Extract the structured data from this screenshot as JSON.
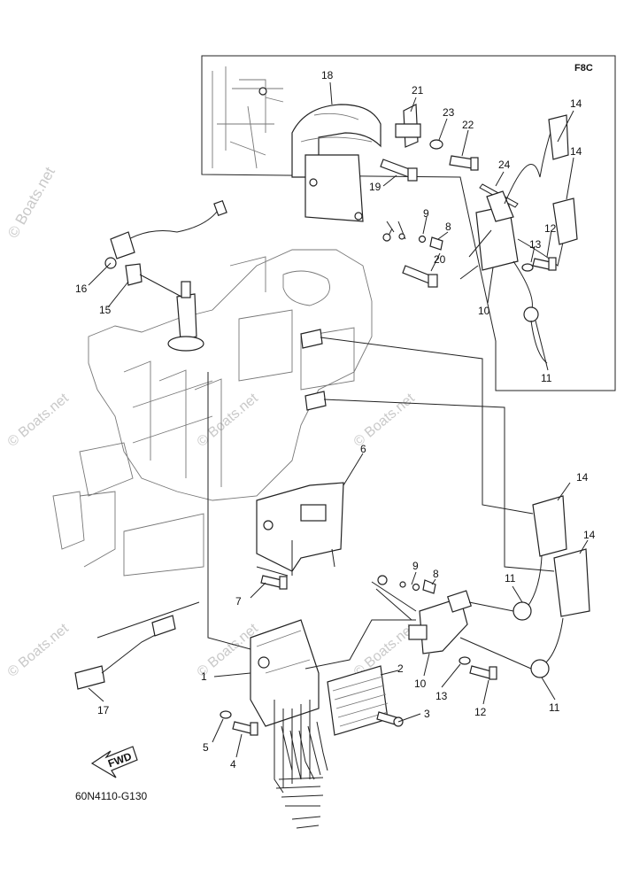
{
  "watermark": "© Boats.net",
  "inset_code": "F8C",
  "diagram_code": "60N4110-G130",
  "fwd_label": "FWD",
  "callouts": {
    "c1": "1",
    "c2": "2",
    "c3": "3",
    "c4": "4",
    "c5": "5",
    "c6": "6",
    "c7": "7",
    "c8": "8",
    "c9": "9",
    "c10": "10",
    "c11": "11",
    "c12": "12",
    "c13": "13",
    "c14": "14",
    "c15": "15",
    "c16": "16",
    "c17": "17",
    "i18": "18",
    "i21": "21",
    "i23": "23",
    "i22": "22",
    "i14a": "14",
    "i14b": "14",
    "i24": "24",
    "i19": "19",
    "i9": "9",
    "i8": "8",
    "i12": "12",
    "i13": "13",
    "i20": "20",
    "i10": "10",
    "i11": "11",
    "m14a": "14",
    "m14b": "14",
    "m11a": "11",
    "m9": "9",
    "m8": "8",
    "m10": "10",
    "m13": "13",
    "m12": "12",
    "m11b": "11"
  }
}
